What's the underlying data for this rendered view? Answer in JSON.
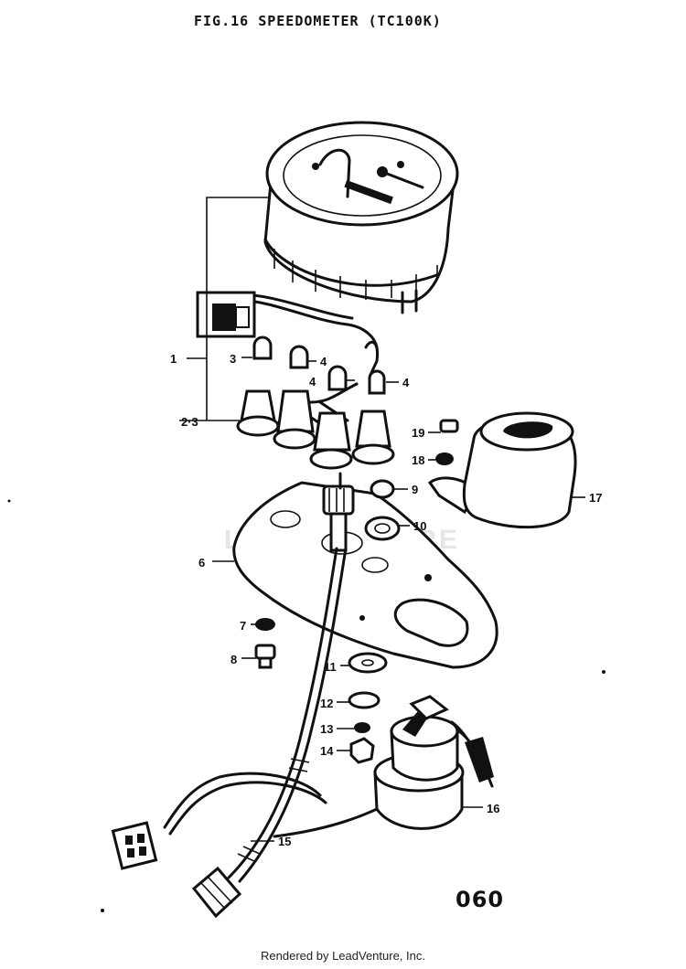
{
  "title": "FIG.16  SPEEDOMETER (TC100K)",
  "page_number": "060",
  "footer": "Rendered by LeadVenture, Inc.",
  "watermark": "LEADVENTURE",
  "callouts": [
    "1",
    "2·3",
    "3",
    "4",
    "4",
    "4",
    "6",
    "7",
    "8",
    "9",
    "10",
    "11",
    "12",
    "13",
    "14",
    "15",
    "16",
    "17",
    "18",
    "19"
  ]
}
